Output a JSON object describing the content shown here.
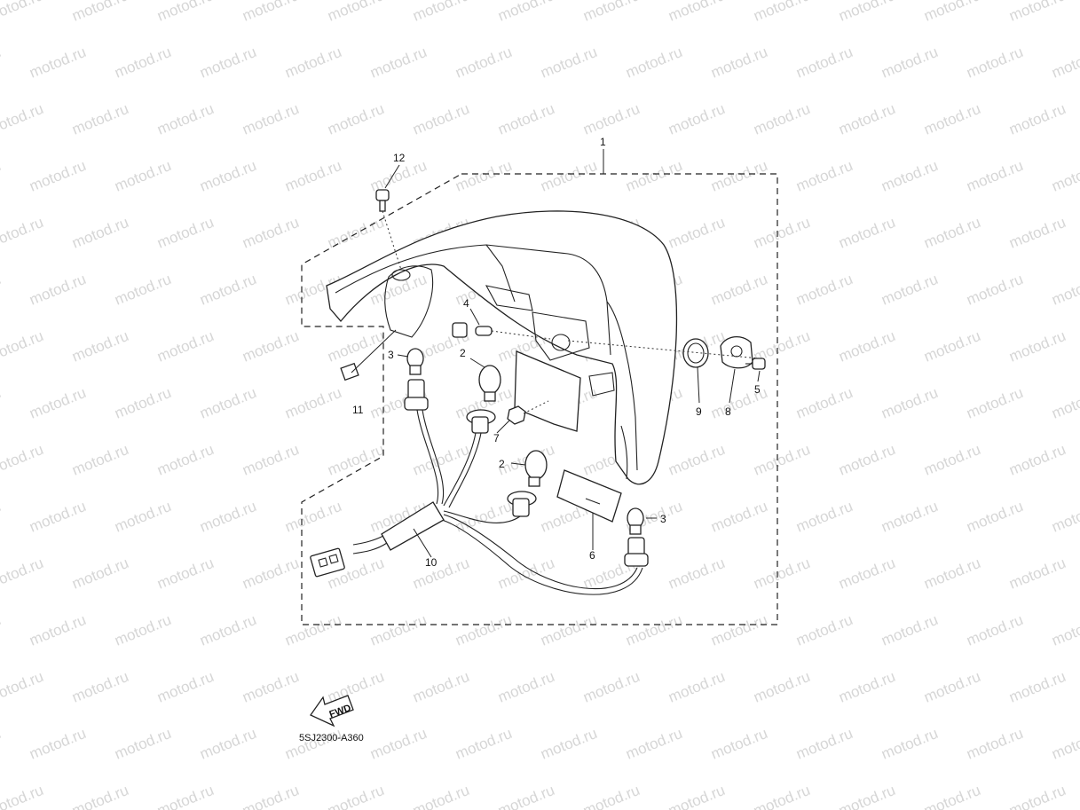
{
  "watermark": {
    "text": "motod.ru",
    "color": "#d6d6d6"
  },
  "diagram_code": "5SJ2300-A360",
  "fwd_label": "FWD",
  "callouts": {
    "c1": "1",
    "c2a": "2",
    "c2b": "2",
    "c3a": "3",
    "c3b": "3",
    "c4": "4",
    "c5": "5",
    "c6": "6",
    "c7": "7",
    "c8": "8",
    "c9": "9",
    "c10": "10",
    "c11": "11",
    "c12": "12"
  }
}
